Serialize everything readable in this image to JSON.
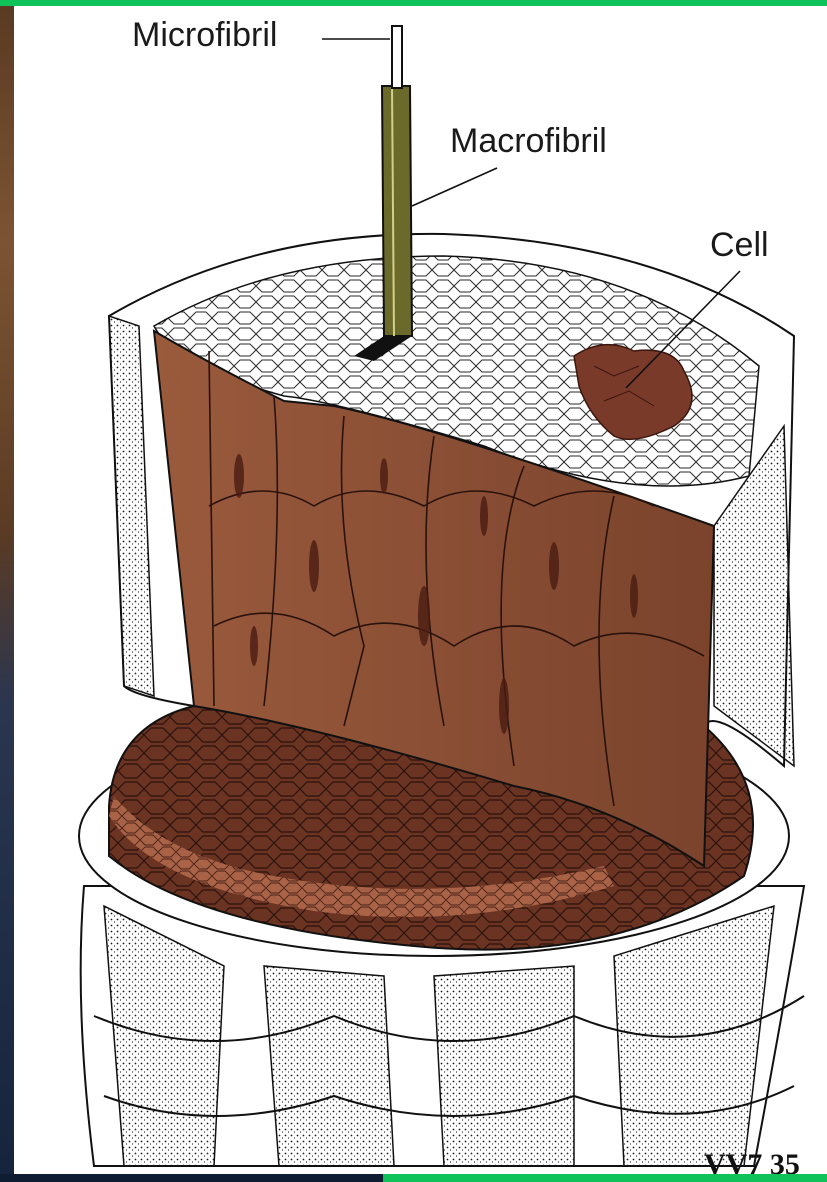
{
  "labels": {
    "microfibril": "Microfibril",
    "macrofibril": "Macrofibril",
    "cell": "Cell"
  },
  "catalog_number": "VV7 35",
  "colors": {
    "cortex_brown": "#8a4f35",
    "dark_brown": "#5a2a1e",
    "cell_spot": "#7a3a2a",
    "frame_green": "#10c25a",
    "background_navy": "#0f1d32"
  }
}
